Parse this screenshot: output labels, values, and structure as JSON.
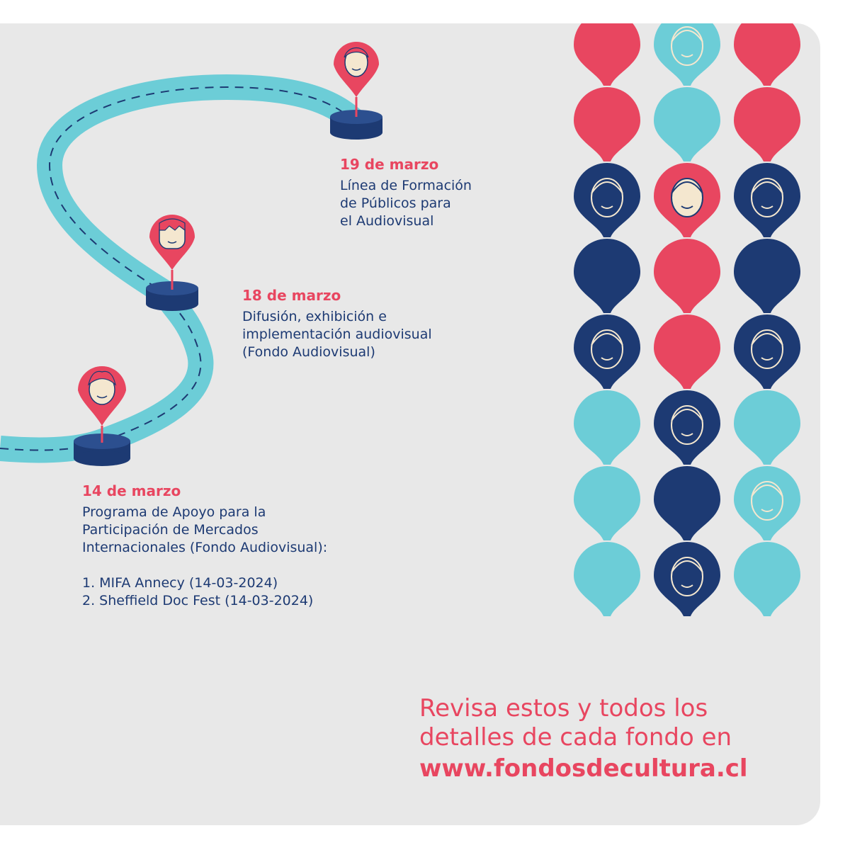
{
  "events": [
    {
      "date": "19 de marzo",
      "lines": [
        "Línea de Formación",
        "de Públicos para",
        "el Audiovisual"
      ]
    },
    {
      "date": "18 de marzo",
      "lines": [
        "Difusión, exhibición e",
        "implementación audiovisual",
        "(Fondo Audiovisual)"
      ]
    },
    {
      "date": "14 de marzo",
      "lines": [
        "Programa de Apoyo para la",
        "Participación de Mercados",
        "Internacionales (Fondo Audiovisual):",
        "",
        "1. MIFA Annecy (14-03-2024)",
        "2. Sheffield Doc Fest (14-03-2024)"
      ]
    }
  ],
  "cta": {
    "line1": "Revisa estos y todos los",
    "line2": "detalles de cada fondo en",
    "url": "www.fondosdecultura.cl"
  },
  "colors": {
    "background": "#e8e8e8",
    "red": "#e84660",
    "navy": "#1d3a73",
    "teal": "#6ccdd7",
    "skin": "#f4e7cf"
  },
  "icons": {
    "map_pin": "map-pin-face-icon",
    "platform": "platform-disc-icon",
    "balloon": "balloon-face-icon"
  }
}
